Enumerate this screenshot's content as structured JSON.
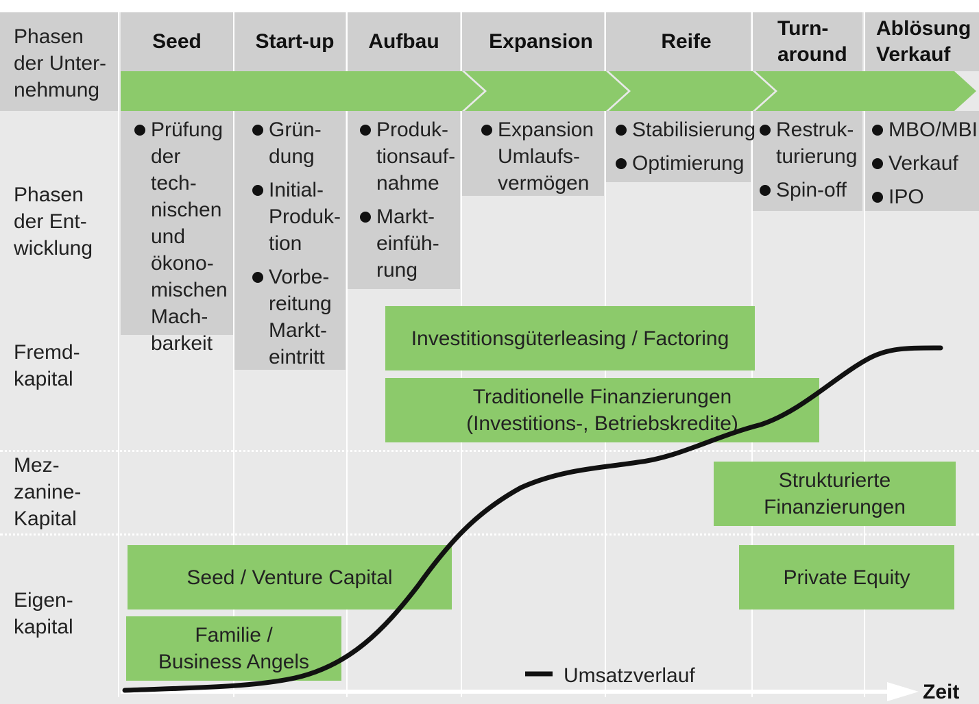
{
  "rows": {
    "phases_company": "Phasen der Unter- nehmung",
    "phases_development": "Phasen der Ent- wicklung",
    "debt": "Fremd- kapital",
    "mezzanine": "Mez- zanine- Kapital",
    "equity": "Eigen- kapital"
  },
  "phases": [
    {
      "label": "Seed",
      "items": [
        "Prüfung der tech- nischen und ökono- mischen Mach- barkeit"
      ]
    },
    {
      "label": "Start-up",
      "items": [
        "Grün- dung",
        "Initial- Produk- tion",
        "Vorbe- reitung Markt- eintritt"
      ]
    },
    {
      "label": "Aufbau",
      "items": [
        "Produk- tionsauf- nahme",
        "Markt- einfüh- rung"
      ]
    },
    {
      "label": "Expansion",
      "items": [
        "Expansion Umlaufs- vermögen"
      ]
    },
    {
      "label": "Reife",
      "items": [
        "Stabilisierung",
        "Optimierung"
      ]
    },
    {
      "label": "Turn- around",
      "items": [
        "Restruk- turierung",
        "Spin-off"
      ]
    },
    {
      "label": "Ablösung Verkauf",
      "items": [
        "MBO/MBI",
        "Verkauf",
        "IPO"
      ]
    }
  ],
  "financing": {
    "leasing": "Investitionsgüterleasing / Factoring",
    "traditional_1": "Traditionelle Finanzierungen",
    "traditional_2": "(Investitions-, Betriebskredite)",
    "structured_1": "Strukturierte",
    "structured_2": "Finanzierungen",
    "venture": "Seed / Venture Capital",
    "private_equity": "Private Equity",
    "family_1": "Familie /",
    "family_2": "Business Angels"
  },
  "legend": {
    "revenue": "Umsatzverlauf"
  },
  "axis": {
    "time": "Zeit"
  },
  "colors": {
    "green": "#8cca6b",
    "gray": "#cfcfcf",
    "background": "#e9e9e9",
    "curve": "#111111"
  }
}
